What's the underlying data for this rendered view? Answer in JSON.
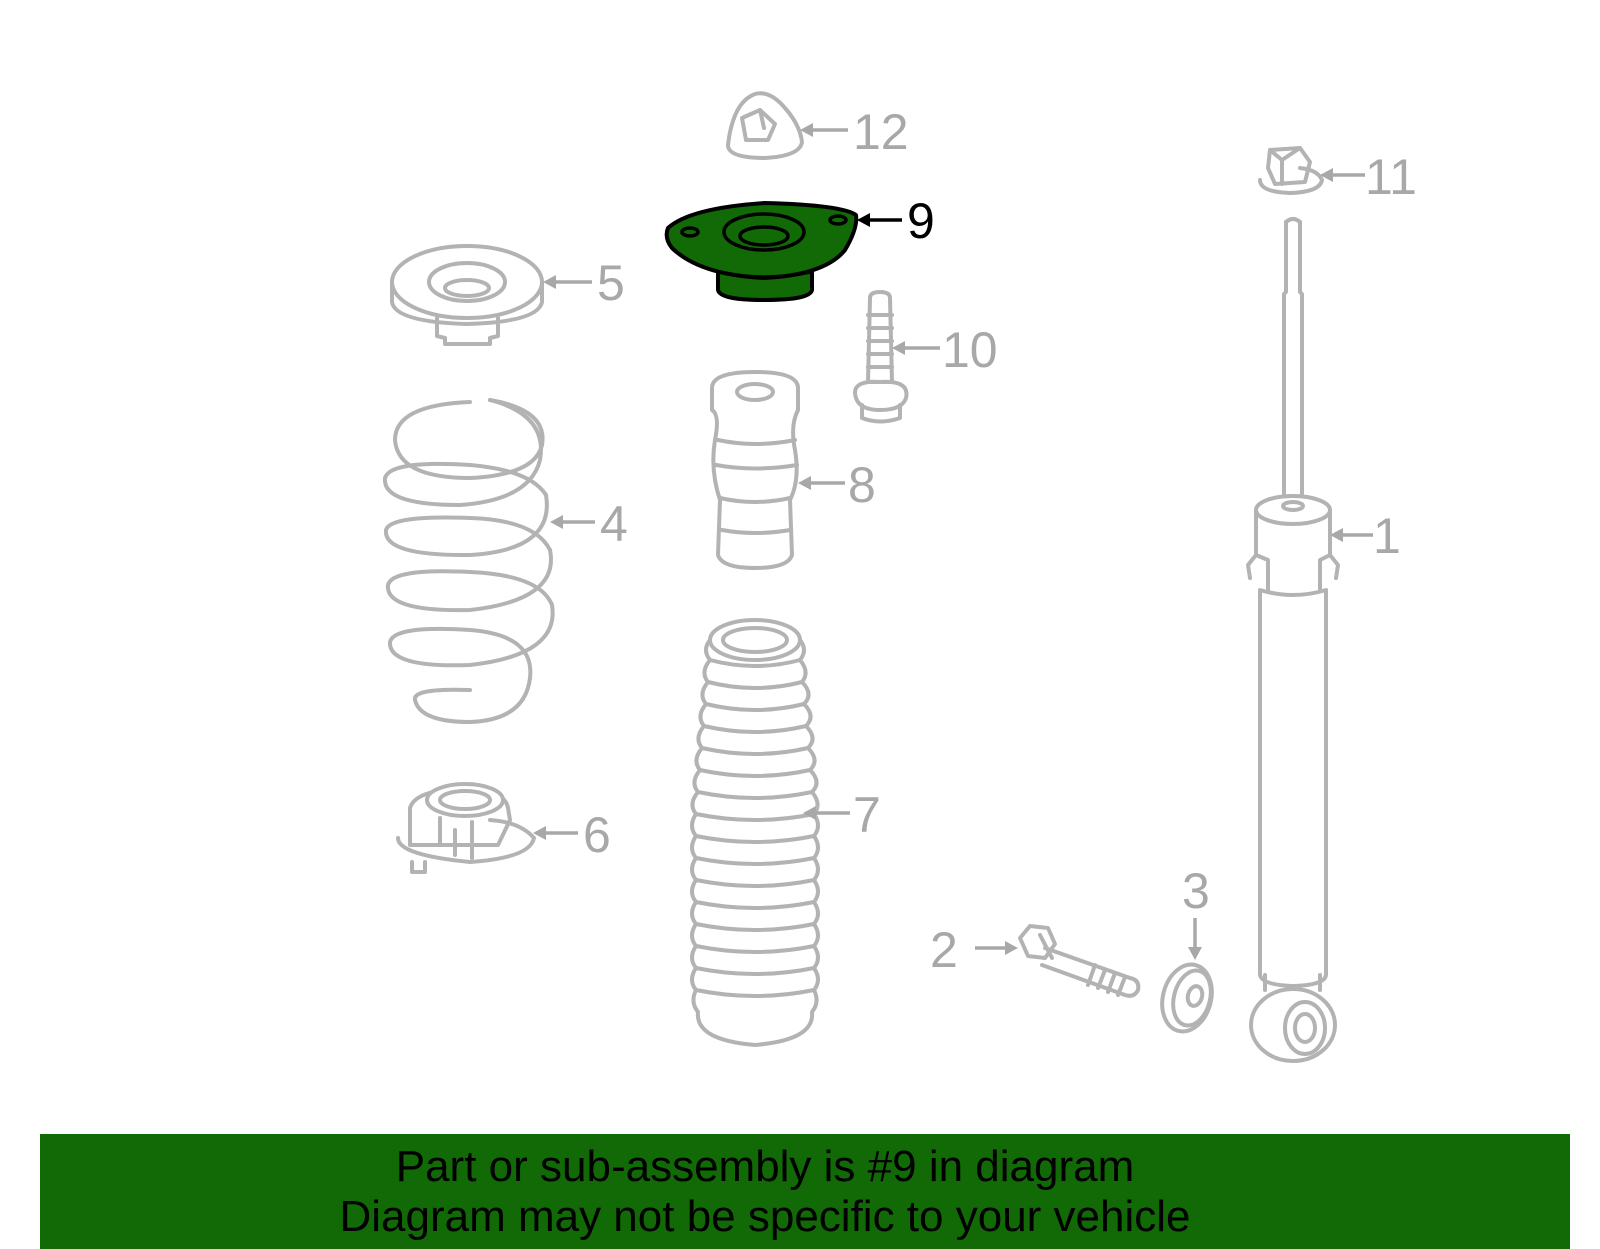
{
  "banner": {
    "line1": "Part or sub-assembly is #9 in diagram",
    "line2": "Diagram may not be specific to your vehicle",
    "color": "#116a06"
  },
  "highlight": {
    "part_number": "9",
    "color": "#116a06"
  },
  "callouts": [
    {
      "id": "1",
      "label": "1"
    },
    {
      "id": "2",
      "label": "2"
    },
    {
      "id": "3",
      "label": "3"
    },
    {
      "id": "4",
      "label": "4"
    },
    {
      "id": "5",
      "label": "5"
    },
    {
      "id": "6",
      "label": "6"
    },
    {
      "id": "7",
      "label": "7"
    },
    {
      "id": "8",
      "label": "8"
    },
    {
      "id": "9",
      "label": "9"
    },
    {
      "id": "10",
      "label": "10"
    },
    {
      "id": "11",
      "label": "11"
    },
    {
      "id": "12",
      "label": "12"
    }
  ]
}
